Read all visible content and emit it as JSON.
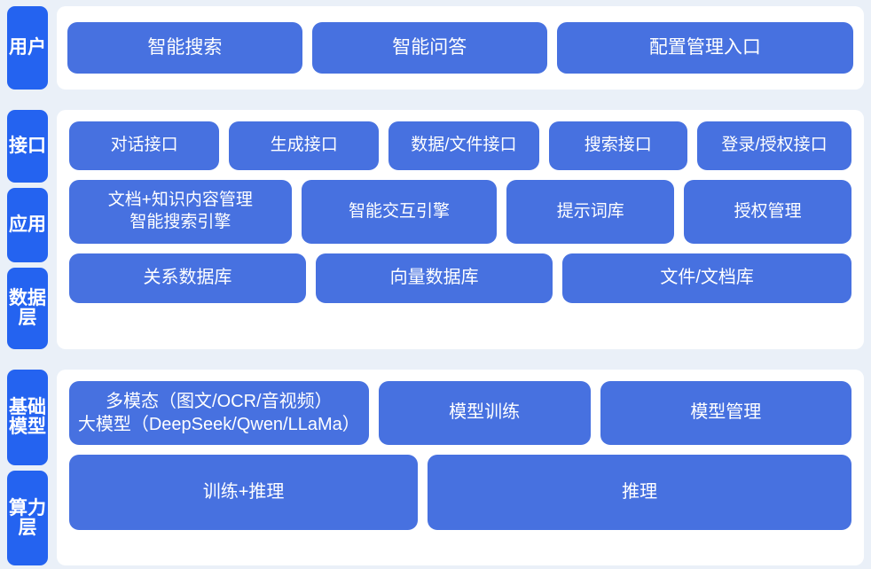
{
  "theme": {
    "page_background": "#eaf0f8",
    "panel_background": "#ffffff",
    "card_color": "#4771e0",
    "rail_label_color": "#2463f0",
    "text_color": "#ffffff"
  },
  "sections": [
    {
      "id": "user",
      "labels": [
        "用户"
      ],
      "rows": [
        {
          "id": "user-entries",
          "cards": [
            {
              "label": "智能搜索",
              "flex": 1.02
            },
            {
              "label": "智能问答",
              "flex": 1.02
            },
            {
              "label": "配置管理入口",
              "flex": 1.3
            }
          ]
        }
      ]
    },
    {
      "id": "middle",
      "labels": [
        "接口",
        "应用",
        "数据层"
      ],
      "rows": [
        {
          "id": "interface",
          "cards": [
            {
              "label": "对话接口",
              "flex": 1.0
            },
            {
              "label": "生成接口",
              "flex": 1.0
            },
            {
              "label": "数据/文件接口",
              "flex": 1.0
            },
            {
              "label": "搜索接口",
              "flex": 0.92
            },
            {
              "label": "登录/授权接口",
              "flex": 1.03
            }
          ]
        },
        {
          "id": "application",
          "cards": [
            {
              "label": "文档+知识内容管理\n智能搜索引擎",
              "flex": 1.35,
              "multiline": true
            },
            {
              "label": "智能交互引擎",
              "flex": 1.18
            },
            {
              "label": "提示词库",
              "flex": 1.0
            },
            {
              "label": "授权管理",
              "flex": 1.0
            }
          ]
        },
        {
          "id": "data",
          "cards": [
            {
              "label": "关系数据库",
              "flex": 1.0
            },
            {
              "label": "向量数据库",
              "flex": 1.0
            },
            {
              "label": "文件/文档库",
              "flex": 1.23
            }
          ]
        }
      ]
    },
    {
      "id": "base",
      "labels": [
        "基础模型",
        "算力层"
      ],
      "rows": [
        {
          "id": "model",
          "cards": [
            {
              "label": "多模态（图文/OCR/音视频）\n大模型（DeepSeek/Qwen/LLaMa）",
              "flex": 1.32,
              "multiline": true
            },
            {
              "label": "模型训练",
              "flex": 0.92
            },
            {
              "label": "模型管理",
              "flex": 1.1
            }
          ]
        },
        {
          "id": "compute",
          "cards": [
            {
              "label": "训练+推理",
              "flex": 0.9
            },
            {
              "label": "推理",
              "flex": 1.1
            }
          ]
        }
      ]
    }
  ]
}
